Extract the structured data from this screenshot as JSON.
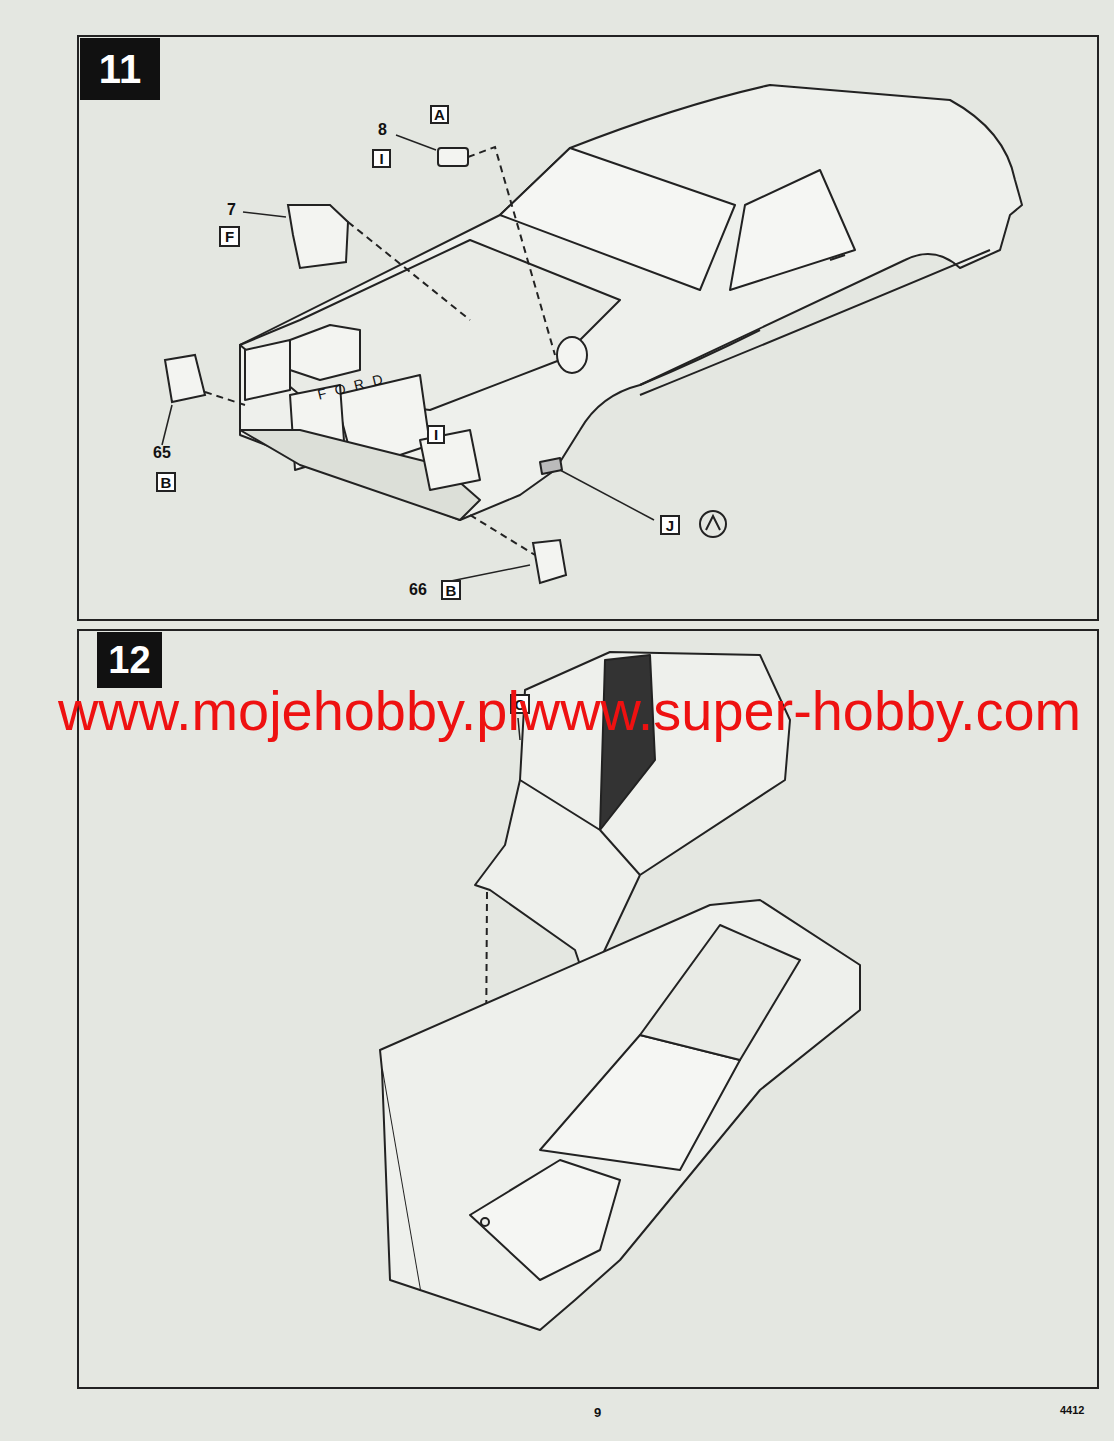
{
  "diagram": {
    "nodes": [
      {
        "text": [
          "11"
        ]
      },
      {
        "text": [
          "A"
        ]
      },
      {
        "text": [
          "I"
        ]
      },
      {
        "text": [
          "F"
        ]
      },
      {
        "text": [
          "B"
        ]
      },
      {
        "text": [
          "I"
        ]
      },
      {
        "text": [
          "J"
        ]
      },
      {
        "text": [
          "B"
        ]
      },
      {
        "text": [
          "12"
        ]
      },
      {
        "text": [
          "C"
        ]
      }
    ],
    "labels": [
      "8",
      "7",
      "65",
      "66",
      "FORD",
      "www.mojehobby.plwww.super-hobby.com",
      "9",
      "4412"
    ]
  }
}
